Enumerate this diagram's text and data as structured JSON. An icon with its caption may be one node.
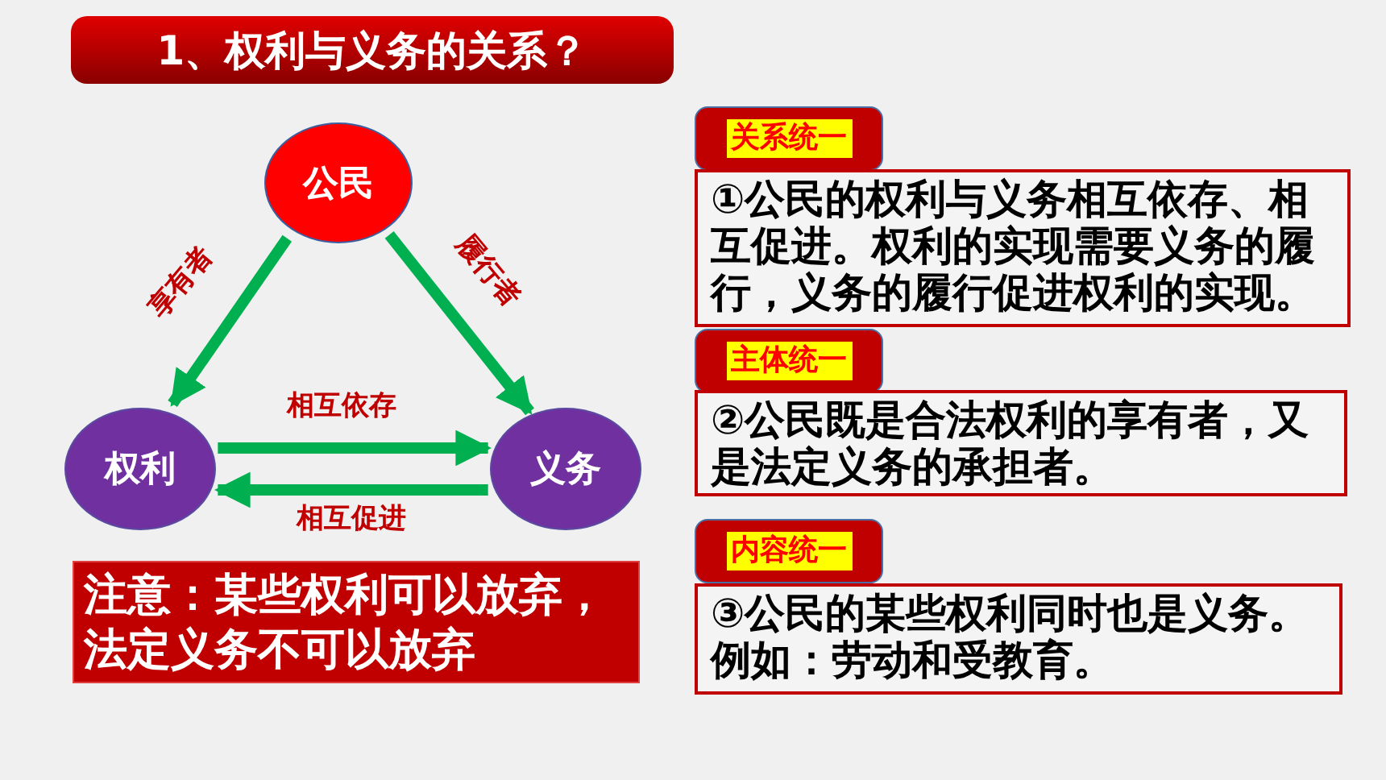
{
  "diagram": {
    "title": "1、权利与义务的关系？",
    "nodes": [
      {
        "text": [
          "公民"
        ]
      },
      {
        "text": [
          "权利"
        ]
      },
      {
        "text": [
          "义务"
        ]
      },
      {
        "text": [
          "注意：某些权利可以放弃，法定义务不可以放弃"
        ]
      },
      {
        "text": [
          "关系统一"
        ]
      },
      {
        "text": [
          "①公民的权利与义务相互依存、相互促进。权利的实现需要义务的履行，义务的履行促进权利的实现。"
        ]
      },
      {
        "text": [
          "主体统一"
        ]
      },
      {
        "text": [
          "②公民既是合法权利的享有者，又是法定义务的承担者。"
        ]
      },
      {
        "text": [
          "内容统一"
        ]
      },
      {
        "text": [
          "③公民的某些权利同时也是义务。例如：劳动和受教育。"
        ]
      }
    ],
    "edges": [
      {
        "from": 0,
        "to": 1,
        "arrow": "to",
        "label": "享有者"
      },
      {
        "from": 0,
        "to": 2,
        "arrow": "to",
        "label": "履行者"
      },
      {
        "from": 1,
        "to": 2,
        "arrow": "to",
        "label": "相互依存"
      },
      {
        "from": 2,
        "to": 1,
        "arrow": "to",
        "label": "相互促进"
      }
    ]
  }
}
